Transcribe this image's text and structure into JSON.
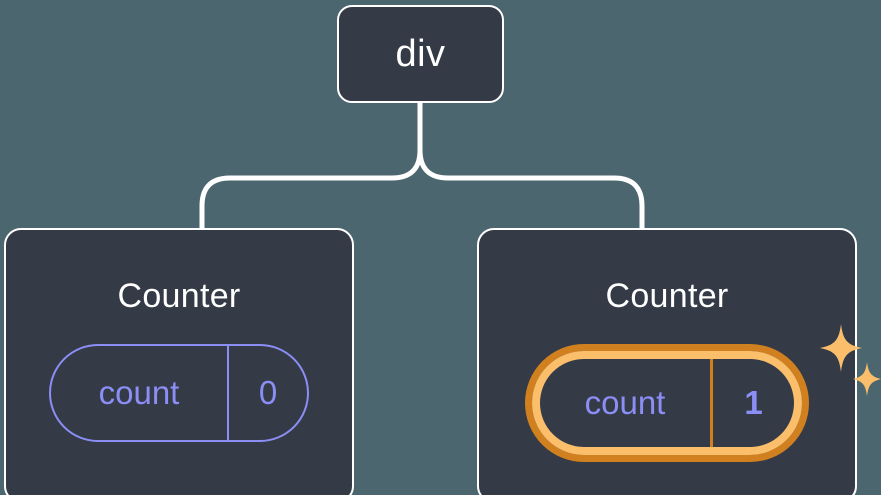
{
  "theme": {
    "background": "#4c6670",
    "node_fill": "#343a46",
    "node_border": "#ffffff",
    "connector": "#ffffff",
    "state_accent": "#8b8ef5",
    "highlight_outer": "#d1801f",
    "highlight_inner": "#fbbf6b",
    "title_color": "#ffffff"
  },
  "diagram": {
    "type": "component-tree",
    "root": {
      "tag": "div"
    },
    "children": [
      {
        "title": "Counter",
        "state": {
          "key": "count",
          "value": "0"
        },
        "highlighted": false,
        "sparkles": false
      },
      {
        "title": "Counter",
        "state": {
          "key": "count",
          "value": "1"
        },
        "highlighted": true,
        "sparkles": true,
        "sparkle_icons": [
          "sparkle-large",
          "sparkle-small"
        ]
      }
    ],
    "edges": [
      {
        "from": "div",
        "to": "Counter (left)"
      },
      {
        "from": "div",
        "to": "Counter (right)"
      }
    ]
  }
}
